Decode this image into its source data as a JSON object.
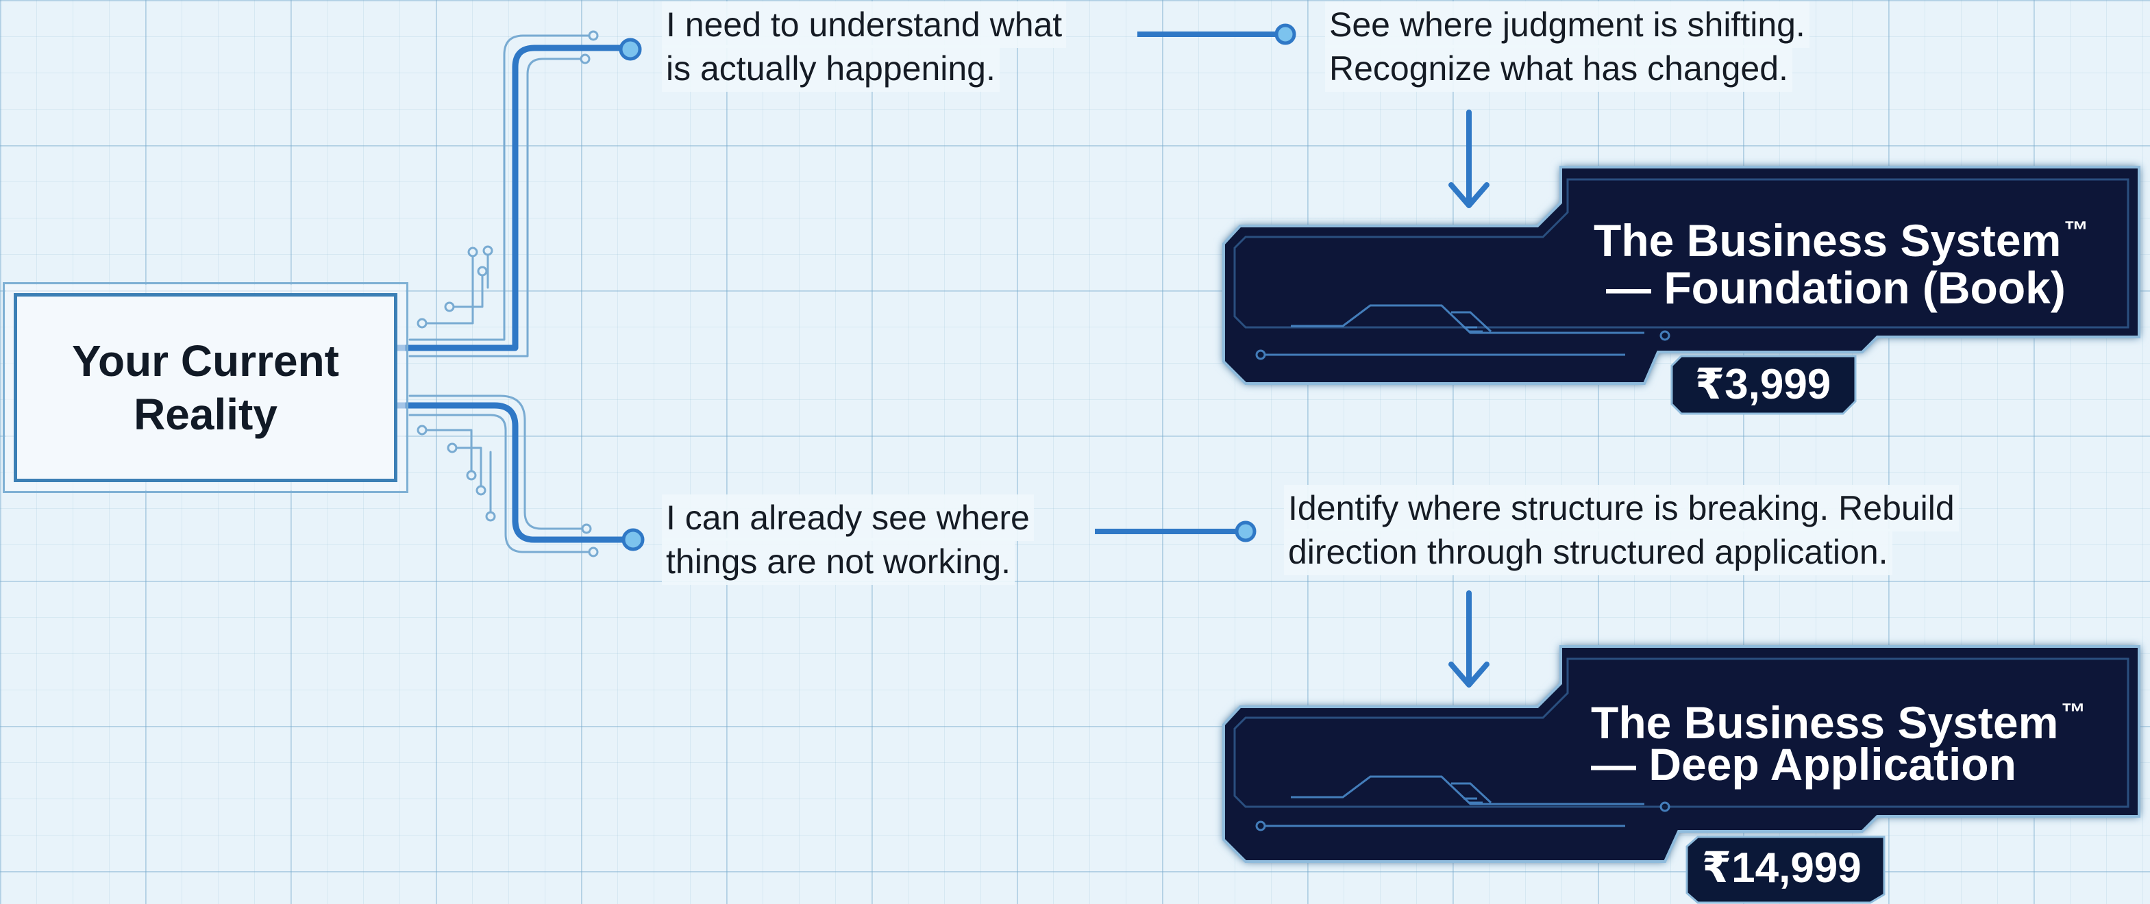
{
  "root": {
    "line1": "Your Current",
    "line2": "Reality"
  },
  "branches": [
    {
      "need_line1": "I need to understand what",
      "need_line2": "is actually happening.",
      "action_line1": "See where judgment is shifting.",
      "action_line2": "Recognize what has changed.",
      "product_line1": "The Business System",
      "product_line2": "— Foundation (Book)",
      "price": "₹3,999"
    },
    {
      "need_line1": "I can already see where",
      "need_line2": "things are not working.",
      "action_line1": "Identify where structure is breaking. Rebuild",
      "action_line2": "direction through structured application.",
      "product_line1": "The Business System",
      "product_line2": "— Deep Application",
      "price": "₹14,999"
    }
  ],
  "trademark": "™",
  "colors": {
    "accent": "#2f78c6",
    "card": "#0b1838",
    "card_border": "#2a4f7f",
    "text": "#151b24"
  }
}
